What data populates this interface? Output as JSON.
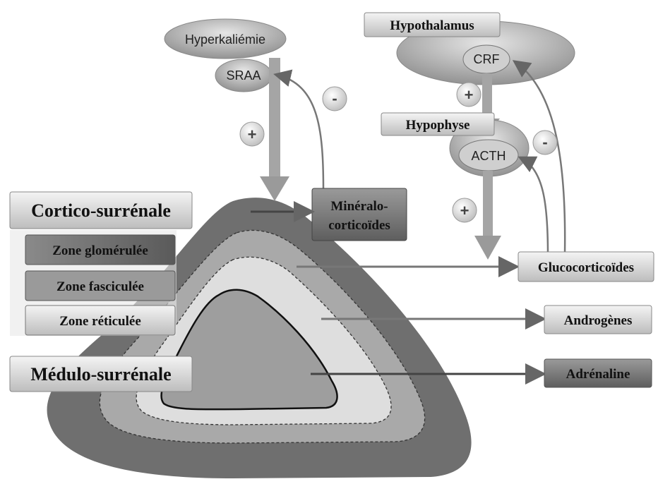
{
  "nodes": {
    "hyperkaliemie": "Hyperkaliémie",
    "sraa": "SRAA",
    "hypothalamus": "Hypothalamus",
    "crf": "CRF",
    "hypophyse": "Hypophyse",
    "acth": "ACTH"
  },
  "gland": {
    "cortex_label": "Cortico-surrénale",
    "zones": [
      "Zone glomérulée",
      "Zone fasciculée",
      "Zone réticulée"
    ],
    "medulla_label": "Médulo-surrénale"
  },
  "outputs": {
    "mineralo_line1": "Minéralo-",
    "mineralo_line2": "corticoïdes",
    "gluco": "Glucocorticoïdes",
    "andro": "Androgènes",
    "adre": "Adrénaline"
  },
  "signs": {
    "plus": "+",
    "minus": "-"
  },
  "colors": {
    "outer_zone": "#6a6a6a",
    "middle_zone": "#a8a8a8",
    "inner_zone": "#dcdcdc",
    "medulla": "#9c9c9c",
    "label_box": "#d9d9d9",
    "dark_box": "#7a7a7a",
    "arrow": "#777777"
  }
}
